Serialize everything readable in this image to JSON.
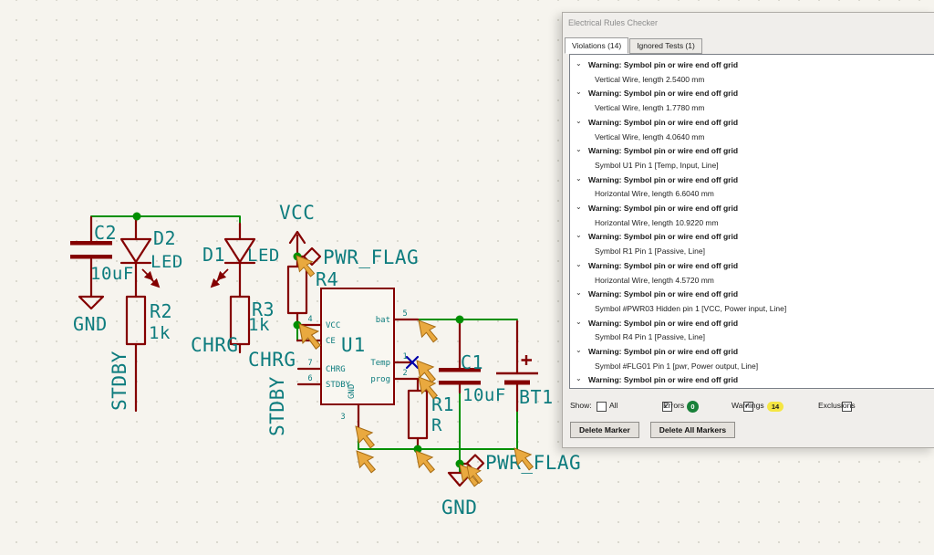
{
  "colors": {
    "canvas_background": "#F6F4EE",
    "wire_green": "#008F00",
    "component_maroon": "#840000",
    "label_teal": "#0E7C7E",
    "no_connect_blue": "#0000A8",
    "erc_marker_orange": "#E9A93F",
    "errors_badge_green": "#188038",
    "warnings_badge_yellow": "#F5E642"
  },
  "schematic": {
    "labels": {
      "c2_ref": "C2",
      "c2_value": "10uF",
      "gnd_left": "GND",
      "d2_ref": "D2",
      "d2_value": "LED",
      "r2_ref": "R2",
      "r2_value": "1k",
      "stdby_left": "STDBY",
      "d1_ref": "D1",
      "d1_value": "LED",
      "r3_ref": "R3",
      "r3_value": "1k",
      "chrg_left": "CHRG",
      "vcc_net": "VCC",
      "pwr_flag_top": "PWR_FLAG",
      "r4_ref": "R4",
      "u1_ref": "U1",
      "chrg_u1": "CHRG",
      "stdby_u1": "STDBY",
      "c1_ref": "C1",
      "c1_value": "10uF",
      "bt1_ref": "BT1",
      "r1_ref": "R1",
      "r1_value": "R",
      "pwr_flag_bottom": "PWR_FLAG",
      "gnd_bottom": "GND"
    },
    "u1_pins": {
      "left": [
        {
          "num": "4",
          "name": "VCC"
        },
        {
          "num": "",
          "name": "CE"
        },
        {
          "num": "7",
          "name": "CHRG"
        },
        {
          "num": "6",
          "name": "STDBY"
        }
      ],
      "right": [
        {
          "num": "5",
          "name": "bat"
        },
        {
          "num": "1",
          "name": "Temp"
        },
        {
          "num": "2",
          "name": "prog"
        }
      ],
      "bottom": [
        {
          "num": "3",
          "name": "GND"
        }
      ]
    }
  },
  "erc_dialog": {
    "title": "Electrical Rules Checker",
    "tabs": [
      {
        "label": "Violations (14)",
        "active": true
      },
      {
        "label": "Ignored Tests (1)",
        "active": false
      }
    ],
    "violations": [
      {
        "title": "Warning: Symbol pin or wire end off grid",
        "detail": "Vertical Wire, length 2.5400 mm"
      },
      {
        "title": "Warning: Symbol pin or wire end off grid",
        "detail": "Vertical Wire, length 1.7780 mm"
      },
      {
        "title": "Warning: Symbol pin or wire end off grid",
        "detail": "Vertical Wire, length 4.0640 mm"
      },
      {
        "title": "Warning: Symbol pin or wire end off grid",
        "detail": "Symbol U1 Pin 1 [Temp, Input, Line]"
      },
      {
        "title": "Warning: Symbol pin or wire end off grid",
        "detail": "Horizontal Wire, length 6.6040 mm"
      },
      {
        "title": "Warning: Symbol pin or wire end off grid",
        "detail": "Horizontal Wire, length 10.9220 mm"
      },
      {
        "title": "Warning: Symbol pin or wire end off grid",
        "detail": "Symbol R1 Pin 1 [Passive, Line]"
      },
      {
        "title": "Warning: Symbol pin or wire end off grid",
        "detail": "Horizontal Wire, length 4.5720 mm"
      },
      {
        "title": "Warning: Symbol pin or wire end off grid",
        "detail": "Symbol #PWR03 Hidden pin 1 [VCC, Power input, Line]"
      },
      {
        "title": "Warning: Symbol pin or wire end off grid",
        "detail": "Symbol R4 Pin 1 [Passive, Line]"
      },
      {
        "title": "Warning: Symbol pin or wire end off grid",
        "detail": "Symbol #FLG01 Pin 1 [pwr, Power output, Line]"
      },
      {
        "title": "Warning: Symbol pin or wire end off grid",
        "detail": ""
      }
    ],
    "show_label": "Show:",
    "filters": [
      {
        "label": "All",
        "checked": false,
        "badge": ""
      },
      {
        "label": "Errors",
        "checked": true,
        "badge": "0"
      },
      {
        "label": "Warnings",
        "checked": true,
        "badge": "14"
      },
      {
        "label": "Exclusions",
        "checked": false,
        "badge": ""
      }
    ],
    "buttons": [
      {
        "label": "Delete Marker"
      },
      {
        "label": "Delete All Markers"
      }
    ]
  }
}
